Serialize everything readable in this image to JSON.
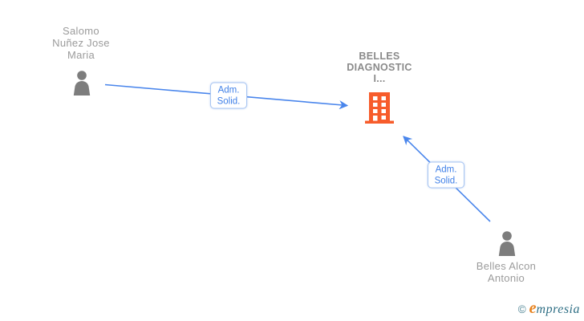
{
  "nodes": {
    "person1": {
      "type": "person",
      "full_name": "Salomo Nuñez Jose Maria",
      "lines": [
        "Salomo",
        "Nuñez Jose",
        "Maria"
      ]
    },
    "company": {
      "type": "company",
      "full_name": "BELLES DIAGNOSTIC I...",
      "lines": [
        "BELLES",
        "DIAGNOSTIC",
        "I..."
      ]
    },
    "person2": {
      "type": "person",
      "full_name": "Belles Alcon Antonio",
      "lines": [
        "Belles Alcon",
        "Antonio"
      ]
    }
  },
  "edges": [
    {
      "from": "Salomo Nuñez Jose Maria",
      "to": "BELLES DIAGNOSTIC I...",
      "label_line1": "Adm.",
      "label_line2": "Solid."
    },
    {
      "from": "Belles Alcon Antonio",
      "to": "BELLES DIAGNOSTIC I...",
      "label_line1": "Adm.",
      "label_line2": "Solid."
    }
  ],
  "footer": {
    "copyright_symbol": "©",
    "brand_initial": "e",
    "brand_rest": "mpresia"
  },
  "colors": {
    "arrow_blue": "#4a86ec",
    "edge_label_blue": "#4080e8",
    "edge_box_border": "#a9c6f2",
    "building_orange": "#f75c2b",
    "person_icon_gray": "#7d7d7d",
    "person_name_gray": "#9b9b9b",
    "company_name_gray": "#8a8a8a",
    "logo_teal": "#2f6f85",
    "logo_orange": "#e8821e"
  }
}
